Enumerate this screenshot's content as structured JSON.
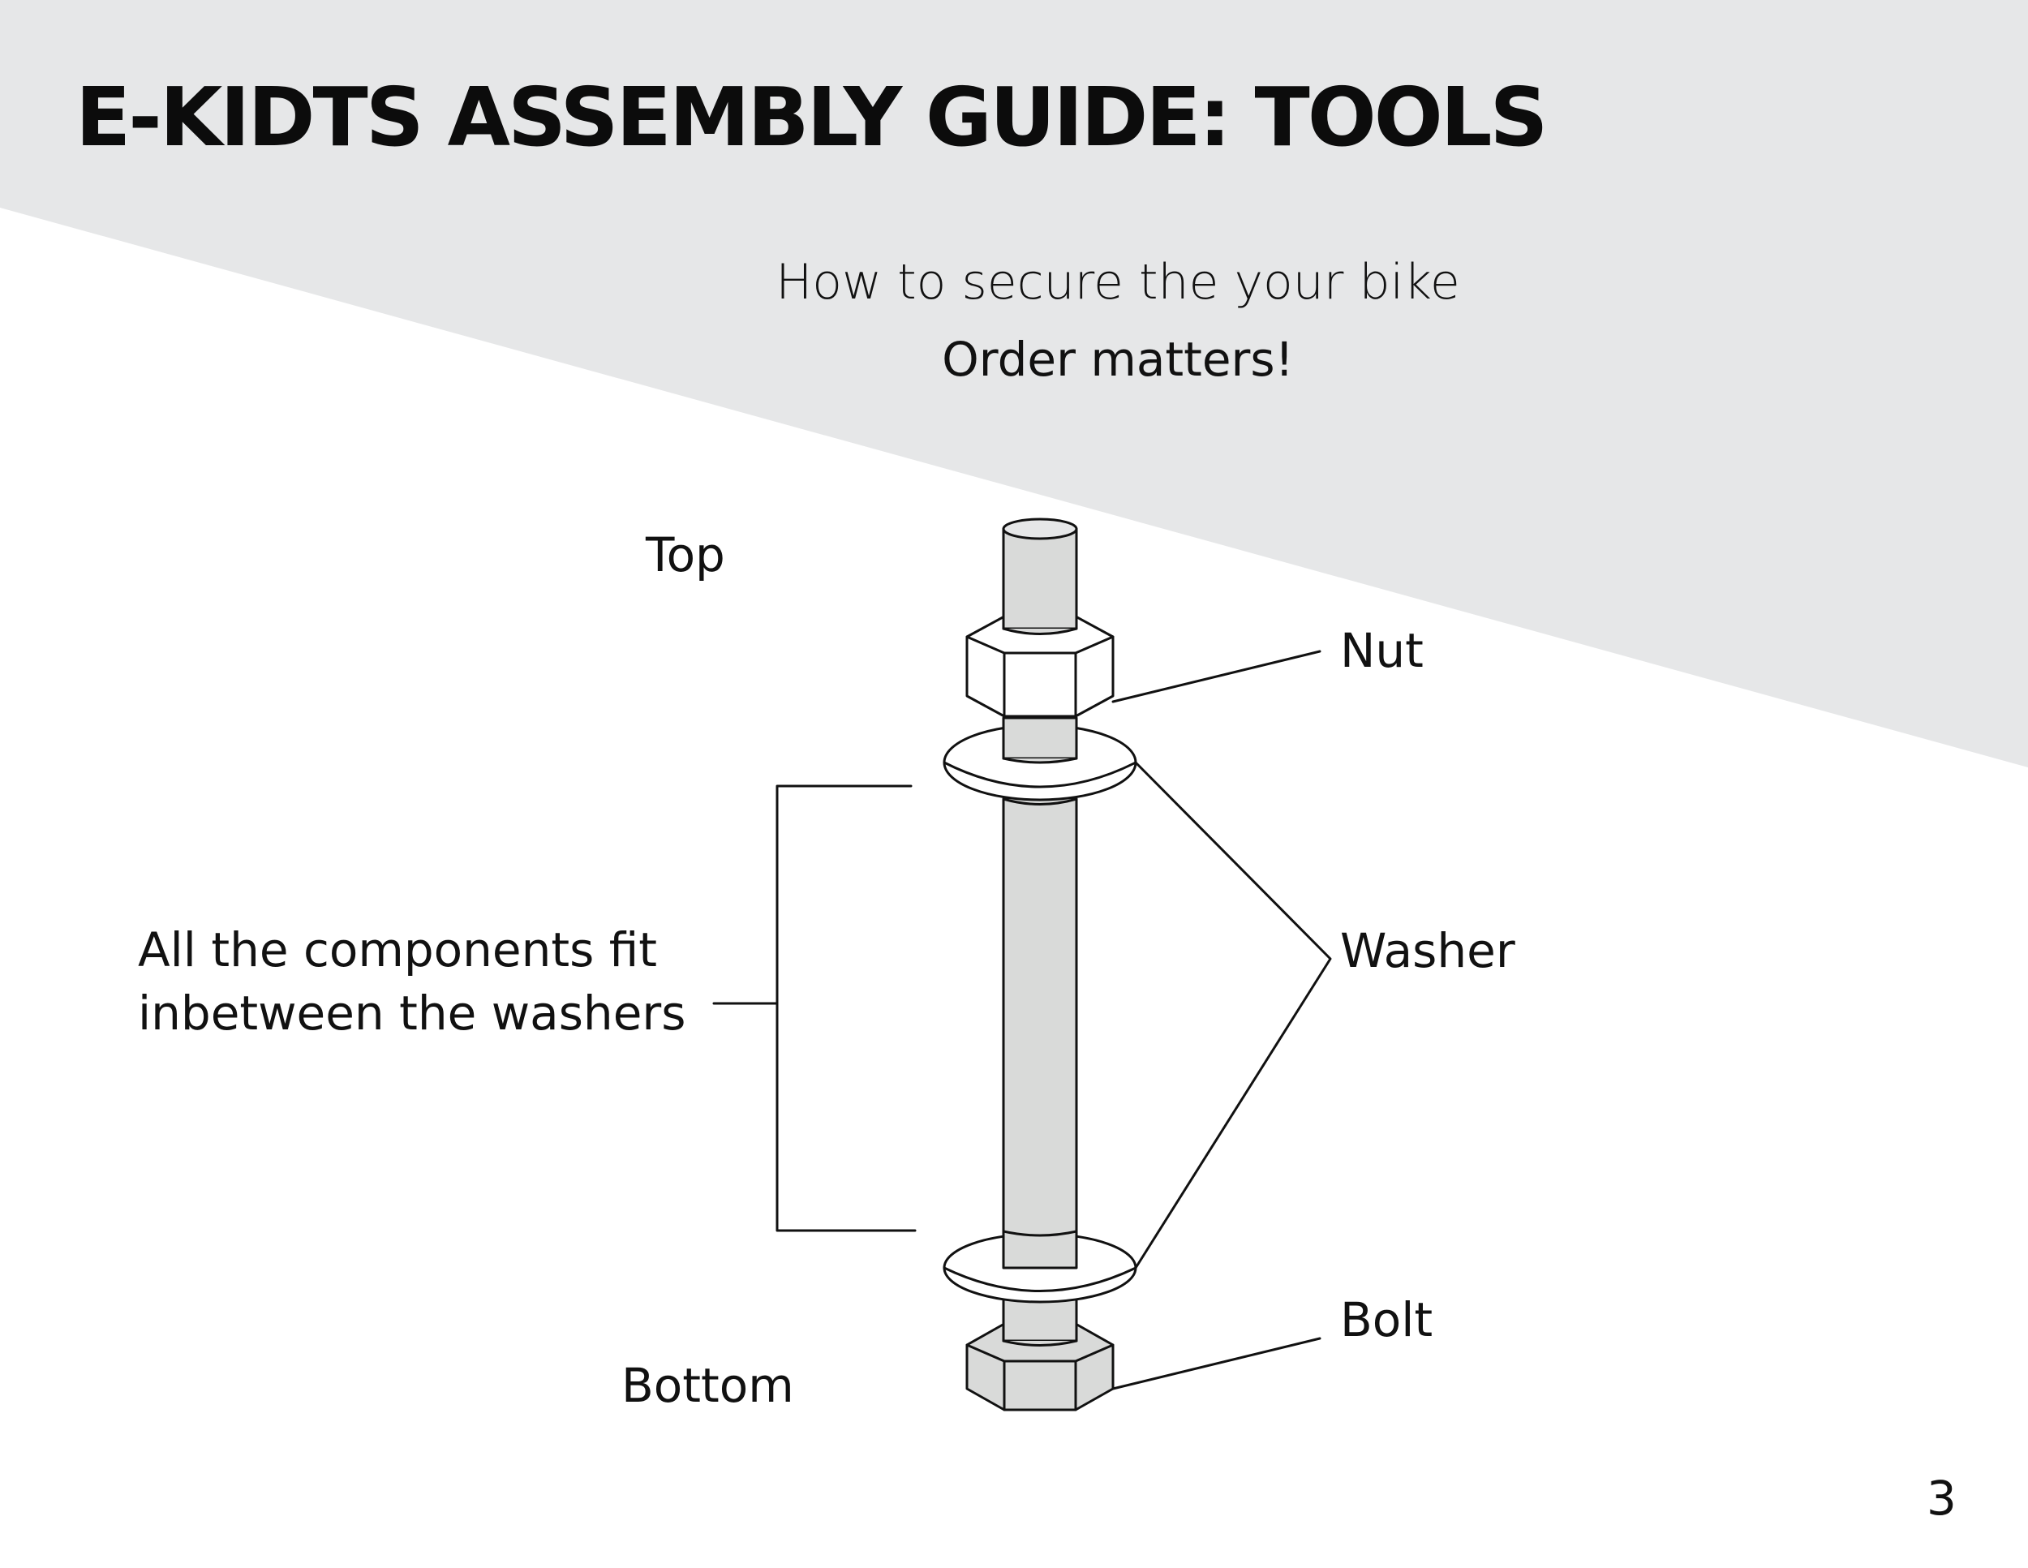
{
  "header": {
    "title": "E-KIDTS ASSEMBLY GUIDE: TOOLS"
  },
  "intro": {
    "subtitle": "How to secure the your bike",
    "tagline": "Order matters!"
  },
  "diagram": {
    "labels": {
      "top": "Top",
      "bottom": "Bottom",
      "nut": "Nut",
      "washer": "Washer",
      "bolt": "Bolt",
      "components_note": "All the components fit inbetween the washers"
    }
  },
  "footer": {
    "page_number": "3"
  },
  "colors": {
    "header_band": "#e6e7e8",
    "hardware_fill": "#d9dad9",
    "line": "#111111"
  }
}
